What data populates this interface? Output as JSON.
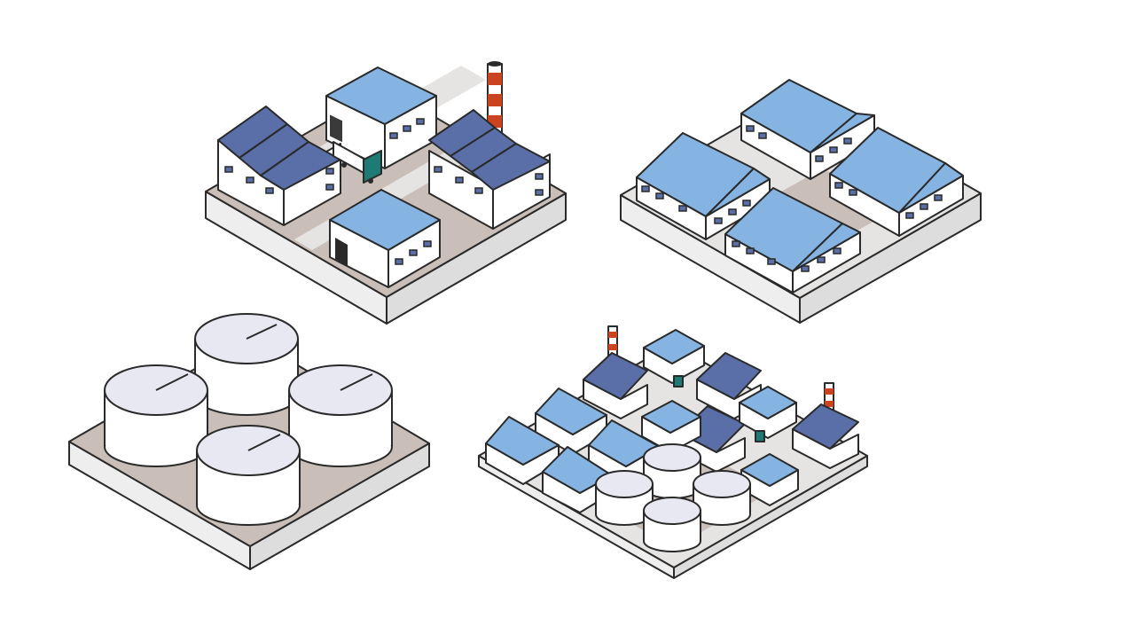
{
  "palette": {
    "background": "#ffffff",
    "outline": "#2a2a2a",
    "base_top": "#c9bfb8",
    "base_side_light": "#eeeeee",
    "base_side_dark": "#dddddd",
    "road": "#e6e4e2",
    "wall": "#ffffff",
    "roof_light": "#86b4e2",
    "roof_dark": "#5a6fa8",
    "tank_top": "#e8e8f2",
    "truck": "#1d7a75",
    "chimney_red": "#c9441f"
  },
  "tiles": [
    {
      "name": "factory-tile",
      "icon": "factory-buildings-icon"
    },
    {
      "name": "warehouse-tile",
      "icon": "warehouse-buildings-icon"
    },
    {
      "name": "tank-farm-tile",
      "icon": "storage-tanks-icon"
    },
    {
      "name": "industrial-district-tile",
      "icon": "industrial-district-icon"
    }
  ]
}
